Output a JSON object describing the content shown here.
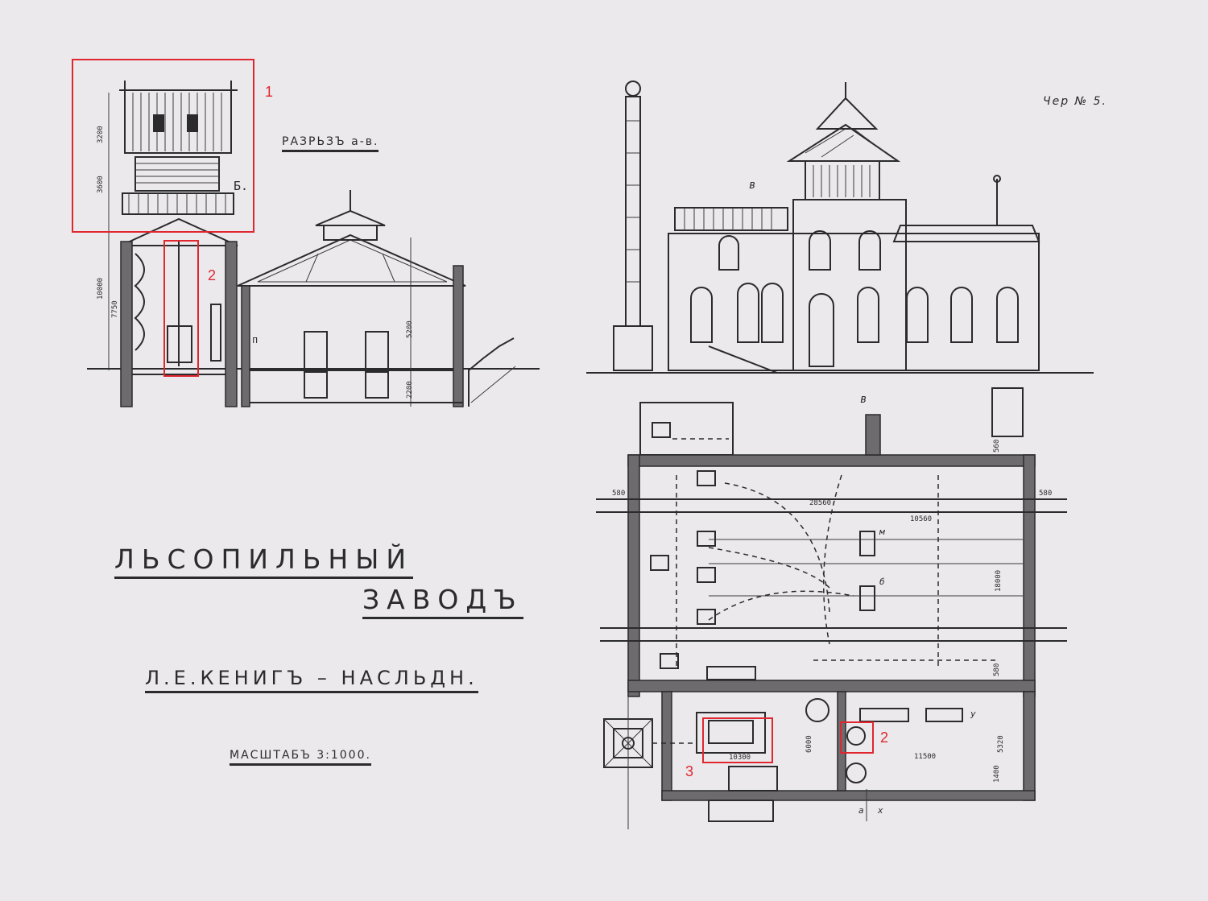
{
  "sheet": {
    "number": "Чер № 5."
  },
  "titles": {
    "line1": "ЛЬСОПИЛЬНЫЙ",
    "line2": "ЗАВОДЪ",
    "owner": "Л.Е.КЕНИГЪ – НАСЛЬДН.",
    "scale": "МАСШТАБЪ 3:1000."
  },
  "section": {
    "label": "РАЗРЬЗЪ а-в.",
    "dims": [
      "3200",
      "3600",
      "10000",
      "7750",
      "5200",
      "2200"
    ],
    "letters": [
      "Б.",
      "п"
    ]
  },
  "facade": {
    "letters": [
      "в"
    ]
  },
  "plan": {
    "dims": [
      "580",
      "580",
      "28560",
      "10560",
      "18000",
      "11500",
      "6000",
      "10300",
      "5320",
      "580",
      "1400",
      "560"
    ],
    "letters": [
      "в",
      "м",
      "б",
      "у",
      "а",
      "х"
    ]
  },
  "callouts": [
    {
      "label": "1",
      "color": "#e0262f"
    },
    {
      "label": "2",
      "color": "#e0262f"
    },
    {
      "label": "2",
      "color": "#e0262f"
    },
    {
      "label": "3",
      "color": "#e0262f"
    }
  ]
}
